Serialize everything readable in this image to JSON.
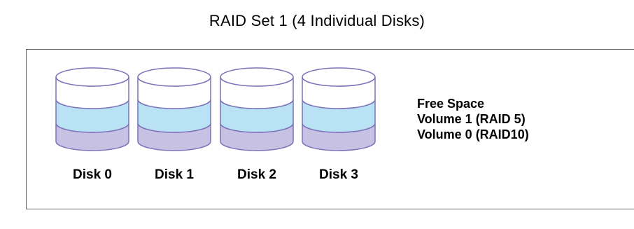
{
  "title": "RAID Set 1  (4 Individual Disks)",
  "disks": [
    {
      "label": "Disk 0"
    },
    {
      "label": "Disk 1"
    },
    {
      "label": "Disk 2"
    },
    {
      "label": "Disk 3"
    }
  ],
  "legend": [
    {
      "label": "Free Space",
      "color": "#ffffff"
    },
    {
      "label": "Volume 1 (RAID 5)",
      "color": "#b9e2f5"
    },
    {
      "label": "Volume 0 (RAID10)",
      "color": "#c7c2e4"
    }
  ],
  "colors": {
    "outline": "#7b72b8",
    "free": "#ffffff",
    "volume1": "#b9e2f5",
    "volume0": "#c7c2e4",
    "frame_border": "#666666"
  }
}
